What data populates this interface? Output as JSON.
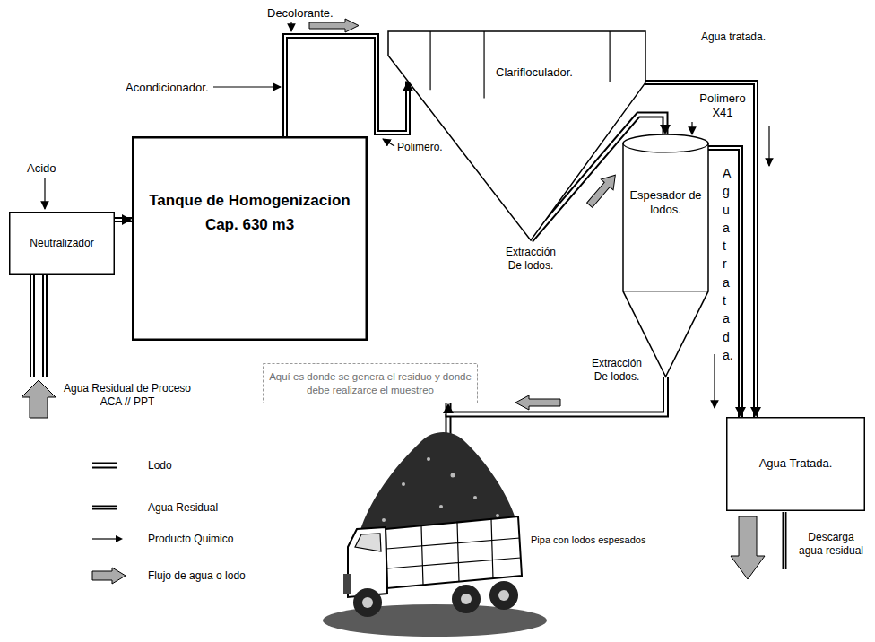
{
  "diagram": {
    "nodes": [
      {
        "text": [
          "Neutralizador"
        ]
      },
      {
        "text": [
          "Tanque de Homogenizacion",
          "Cap. 630 m3"
        ]
      },
      {
        "text": [
          "Clarifloculador."
        ]
      },
      {
        "text": [
          "Espesador de lodos."
        ]
      },
      {
        "text": [
          "Aquí es donde se genera el residuo y donde debe realizarce el muestreo"
        ]
      },
      {
        "text": [
          "Agua Tratada."
        ]
      }
    ],
    "edges": [
      {
        "from": 0,
        "to": 1,
        "arrow": "to"
      },
      {
        "from": 1,
        "to": 2,
        "arrow": "to"
      },
      {
        "from": 2,
        "to": 3,
        "label": "Extracción De lodos.",
        "arrow": "to"
      },
      {
        "from": 2,
        "to": 5,
        "label": "Agua tratada.",
        "arrow": "to"
      },
      {
        "from": 3,
        "to": 5,
        "label": "Agua tratada.",
        "arrow": "to"
      },
      {
        "from": 3,
        "to": 4,
        "label": "Extracción De lodos.",
        "arrow": "to"
      }
    ],
    "labels": [
      "Acido",
      "Agua Residual de Proceso ACA // PPT",
      "Acondicionador.",
      "Decolorante.",
      "Polimero.",
      "Polimero X41",
      "Pipa con lodos espesados",
      "Descarga agua residual"
    ],
    "legend": [
      {
        "text": "Lodo"
      },
      {
        "text": "Agua Residual"
      },
      {
        "text": "Producto Quimico"
      },
      {
        "text": "Flujo de agua o lodo"
      }
    ]
  }
}
